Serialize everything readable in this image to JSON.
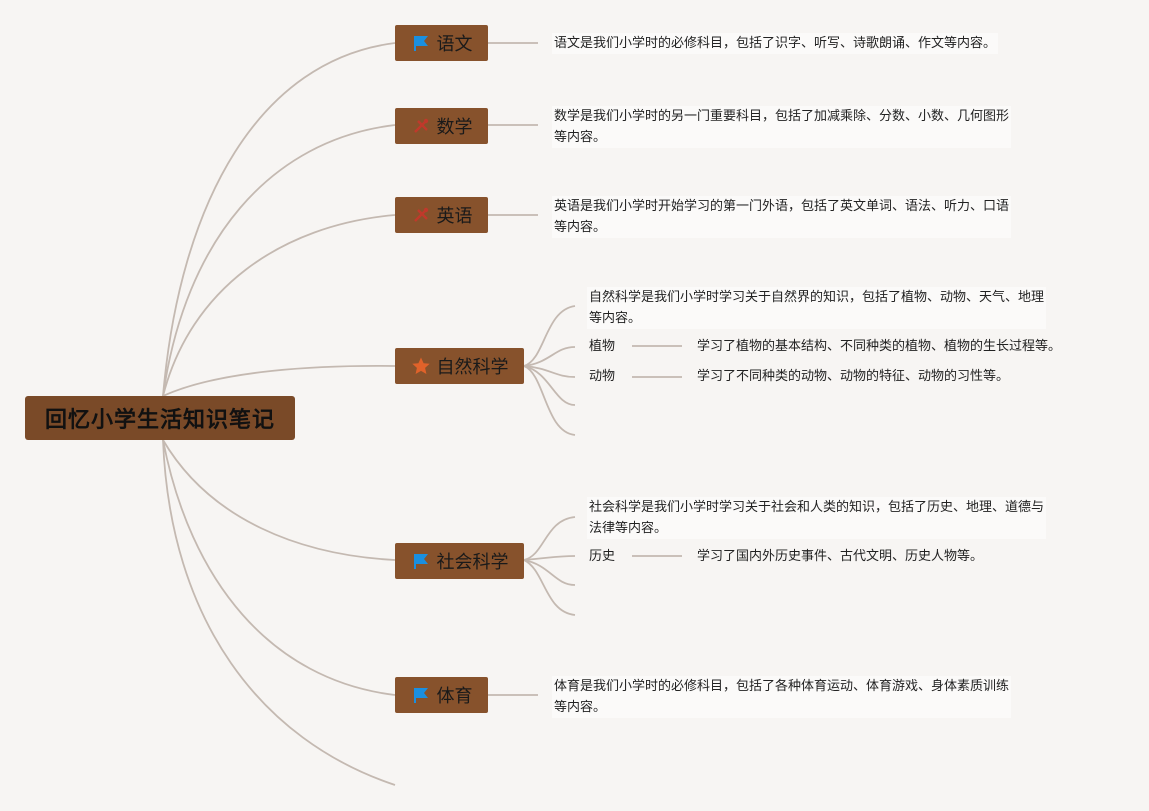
{
  "root": {
    "title": "回忆小学生活知识笔记"
  },
  "topics": {
    "chinese": {
      "label": "语文",
      "icon": "flag-icon",
      "desc": "语文是我们小学时的必修科目，包括了识字、听写、诗歌朗诵、作文等内容。"
    },
    "math": {
      "label": "数学",
      "icon": "tools-icon",
      "desc_l1": "数学是我们小学时的另一门重要科目，包括了加减乘除、分数、小数、几何图形",
      "desc_l2": "等内容。"
    },
    "english": {
      "label": "英语",
      "icon": "tools-icon",
      "desc_l1": "英语是我们小学时开始学习的第一门外语，包括了英文单词、语法、听力、口语",
      "desc_l2": "等内容。"
    },
    "nature": {
      "label": "自然科学",
      "icon": "star-icon",
      "desc_l1": "自然科学是我们小学时学习关于自然界的知识，包括了植物、动物、天气、地理",
      "desc_l2": "等内容。",
      "subs": [
        {
          "label": "植物",
          "desc": "学习了植物的基本结构、不同种类的植物、植物的生长过程等。"
        },
        {
          "label": "动物",
          "desc": "学习了不同种类的动物、动物的特征、动物的习性等。"
        }
      ]
    },
    "social": {
      "label": "社会科学",
      "icon": "flag-icon",
      "desc_l1": "社会科学是我们小学时学习关于社会和人类的知识，包括了历史、地理、道德与",
      "desc_l2": "法律等内容。",
      "subs": [
        {
          "label": "历史",
          "desc": "学习了国内外历史事件、古代文明、历史人物等。"
        }
      ]
    },
    "pe": {
      "label": "体育",
      "icon": "flag-icon",
      "desc_l1": "体育是我们小学时的必修科目，包括了各种体育运动、体育游戏、身体素质训练",
      "desc_l2": "等内容。"
    }
  },
  "colors": {
    "background": "#f7f5f3",
    "node_fill": "#87522c",
    "root_fill": "#7a4a28",
    "connector": "#c4b9b1",
    "flag_icon": "#1a8fe0",
    "star_icon": "#e0622a",
    "tools_icon": "#c0392b"
  }
}
